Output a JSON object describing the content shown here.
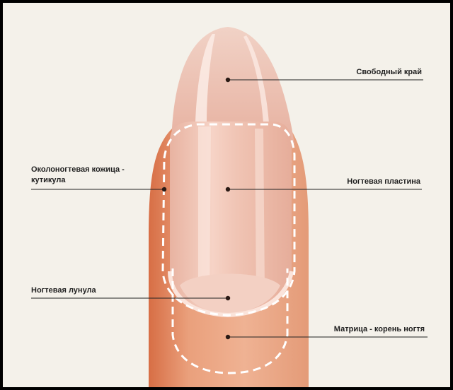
{
  "labels": {
    "free_edge": "Свободный край",
    "cuticle_line1": "Околоногтевая кожица -",
    "cuticle_line2": "кутикула",
    "nail_plate": "Ногтевая пластина",
    "lunula": "Ногтевая лунула",
    "matrix": "Матрица - корень ногтя"
  },
  "colors": {
    "background": "#f4f1ea",
    "skin": "#e89a74",
    "skin_dark": "#d9784f",
    "nail": "#efc3b3",
    "highlight": "#fbe8e0",
    "dashes": "#ffffff",
    "leader": "#222222"
  }
}
